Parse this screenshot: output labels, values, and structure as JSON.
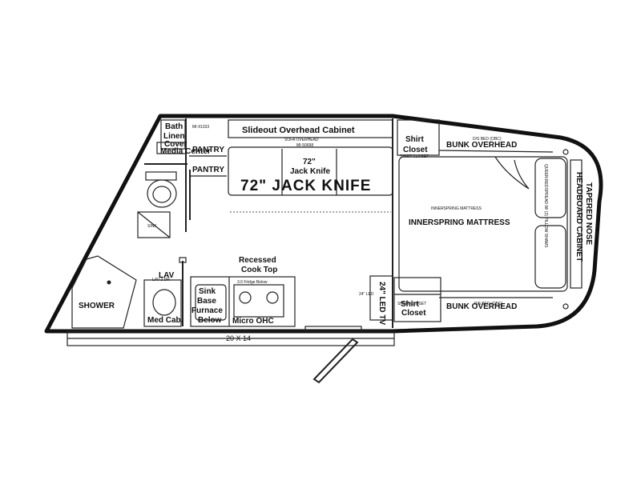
{
  "floorplan": {
    "labels": {
      "bath_linen": "Bath Linen",
      "cover_media_center": "Cover Media Center",
      "pantry_top": "PANTRY",
      "pantry_bottom": "PANTRY",
      "slideout_overhead_cabinet": "Slideout Overhead Cabinet",
      "sofa_overhead": "SOFA OVERHEAD",
      "sofa_code": "MI-50698",
      "jack_knife_small": "72\" Jack Knife",
      "jack_knife_large": "72\" JACK KNIFE",
      "shirt_closet_top": "Shirt Closet",
      "shirt_closet_top_small": "SHIRT CLOSET",
      "bunk_overhead_top": "BUNK OVERHEAD",
      "bunk_overhead_top_small": "D/S BED (OBC)",
      "innerspring_mattress_small": "INNERSPRING MATTRESS",
      "innerspring_mattress": "INNERSPRING MATTRESS",
      "queen_bedspread": "QUEEN BEDSPREAD W/ (2) PILLOW SHAMS",
      "tapered_nose": "TAPERED NOSE HEADBOARD CABINET",
      "shower": "SHOWER",
      "lav": "LAV",
      "lav_small": "LAV 2 DR",
      "med_cab": "Med Cab.",
      "sink_bas": "Sink Base",
      "furnace_below": "Furnace Below",
      "recessed_cook_top": "Recessed Cook Top",
      "fridge_note": "3.0 Fridge Below",
      "micro_ohc": "Micro OHC",
      "led_tv": "24\" LED TV",
      "led_tv_small": "24\" LED",
      "shirt_closet_bottom": "Shirt Closet",
      "shirt_closet_bottom_small": "SHIRT CLOSET",
      "bunk_overhead_bottom": "BUNK OVERHEAD",
      "bunk_overhead_bottom_small": "P/S BED (OBC)",
      "awning": "20 X 14",
      "code_small": "MI-91333"
    }
  }
}
